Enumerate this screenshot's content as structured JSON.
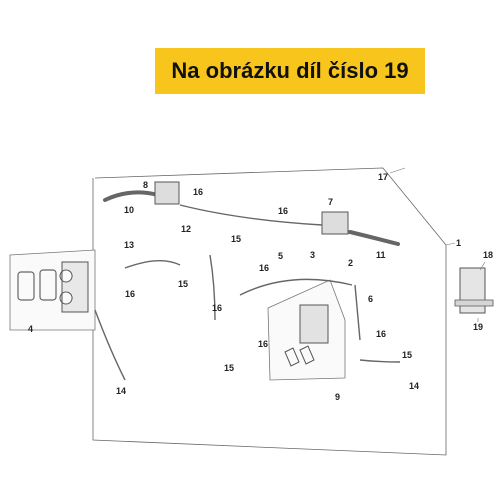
{
  "banner": {
    "text": "Na obrázku díl číslo 19"
  },
  "callouts": {
    "c1": "1",
    "c2": "2",
    "c3": "3",
    "c4": "4",
    "c5": "5",
    "c6": "6",
    "c7": "7",
    "c8": "8",
    "c9": "9",
    "c10": "10",
    "c11": "11",
    "c12": "12",
    "c13": "13",
    "c14a": "14",
    "c14b": "14",
    "c15a": "15",
    "c15b": "15",
    "c15c": "15",
    "c15d": "15",
    "c16a": "16",
    "c16b": "16",
    "c16c": "16",
    "c16d": "16",
    "c16e": "16",
    "c16f": "16",
    "c16g": "16",
    "c17": "17",
    "c18": "18",
    "c19": "19"
  },
  "colors": {
    "banner": "#f7c51b",
    "line": "#555555",
    "part": "#777777"
  }
}
